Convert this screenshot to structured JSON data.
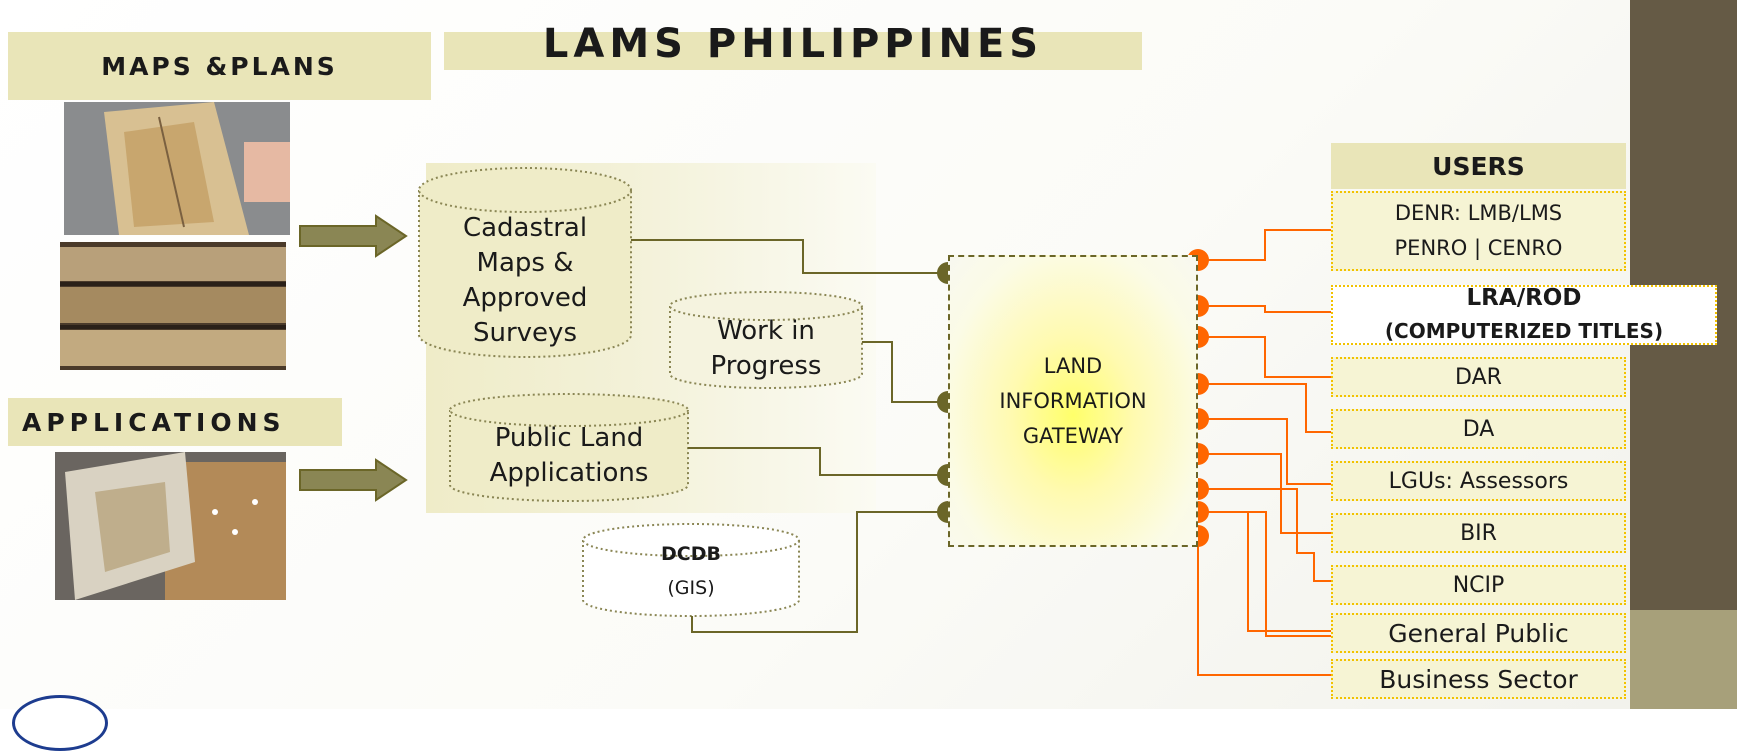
{
  "title": "LAMS PHILIPPINES",
  "sections": {
    "maps_plans": "MAPS &PLANS",
    "applications": "APPLICATIONS"
  },
  "databases": {
    "cadastral": [
      "Cadastral",
      "Maps &",
      "Approved",
      "Surveys"
    ],
    "work": [
      "Work in",
      "Progress"
    ],
    "public_land": [
      "Public Land",
      "Applications"
    ],
    "dcdb_title": "DCDB",
    "dcdb_sub": "(GIS)"
  },
  "gateway": [
    "LAND",
    "INFORMATION",
    "GATEWAY"
  ],
  "users": {
    "header": "USERS",
    "denr_line1": "DENR: LMB/LMS",
    "denr_line2": "PENRO | CENRO",
    "lra_line1": "LRA/ROD",
    "lra_line2": "(COMPUTERIZED TITLES)",
    "dar": "DAR",
    "da": "DA",
    "lgus": "LGUs: Assessors",
    "bir": "BIR",
    "ncip": "NCIP",
    "general_public": "General Public",
    "business_sector": "Business Sector"
  },
  "colors": {
    "header_fill": "#e9e5b8",
    "olive": "#6b6628",
    "orange": "#ff6600",
    "user_border": "#f2c200",
    "dark_bar": "#655a45"
  }
}
